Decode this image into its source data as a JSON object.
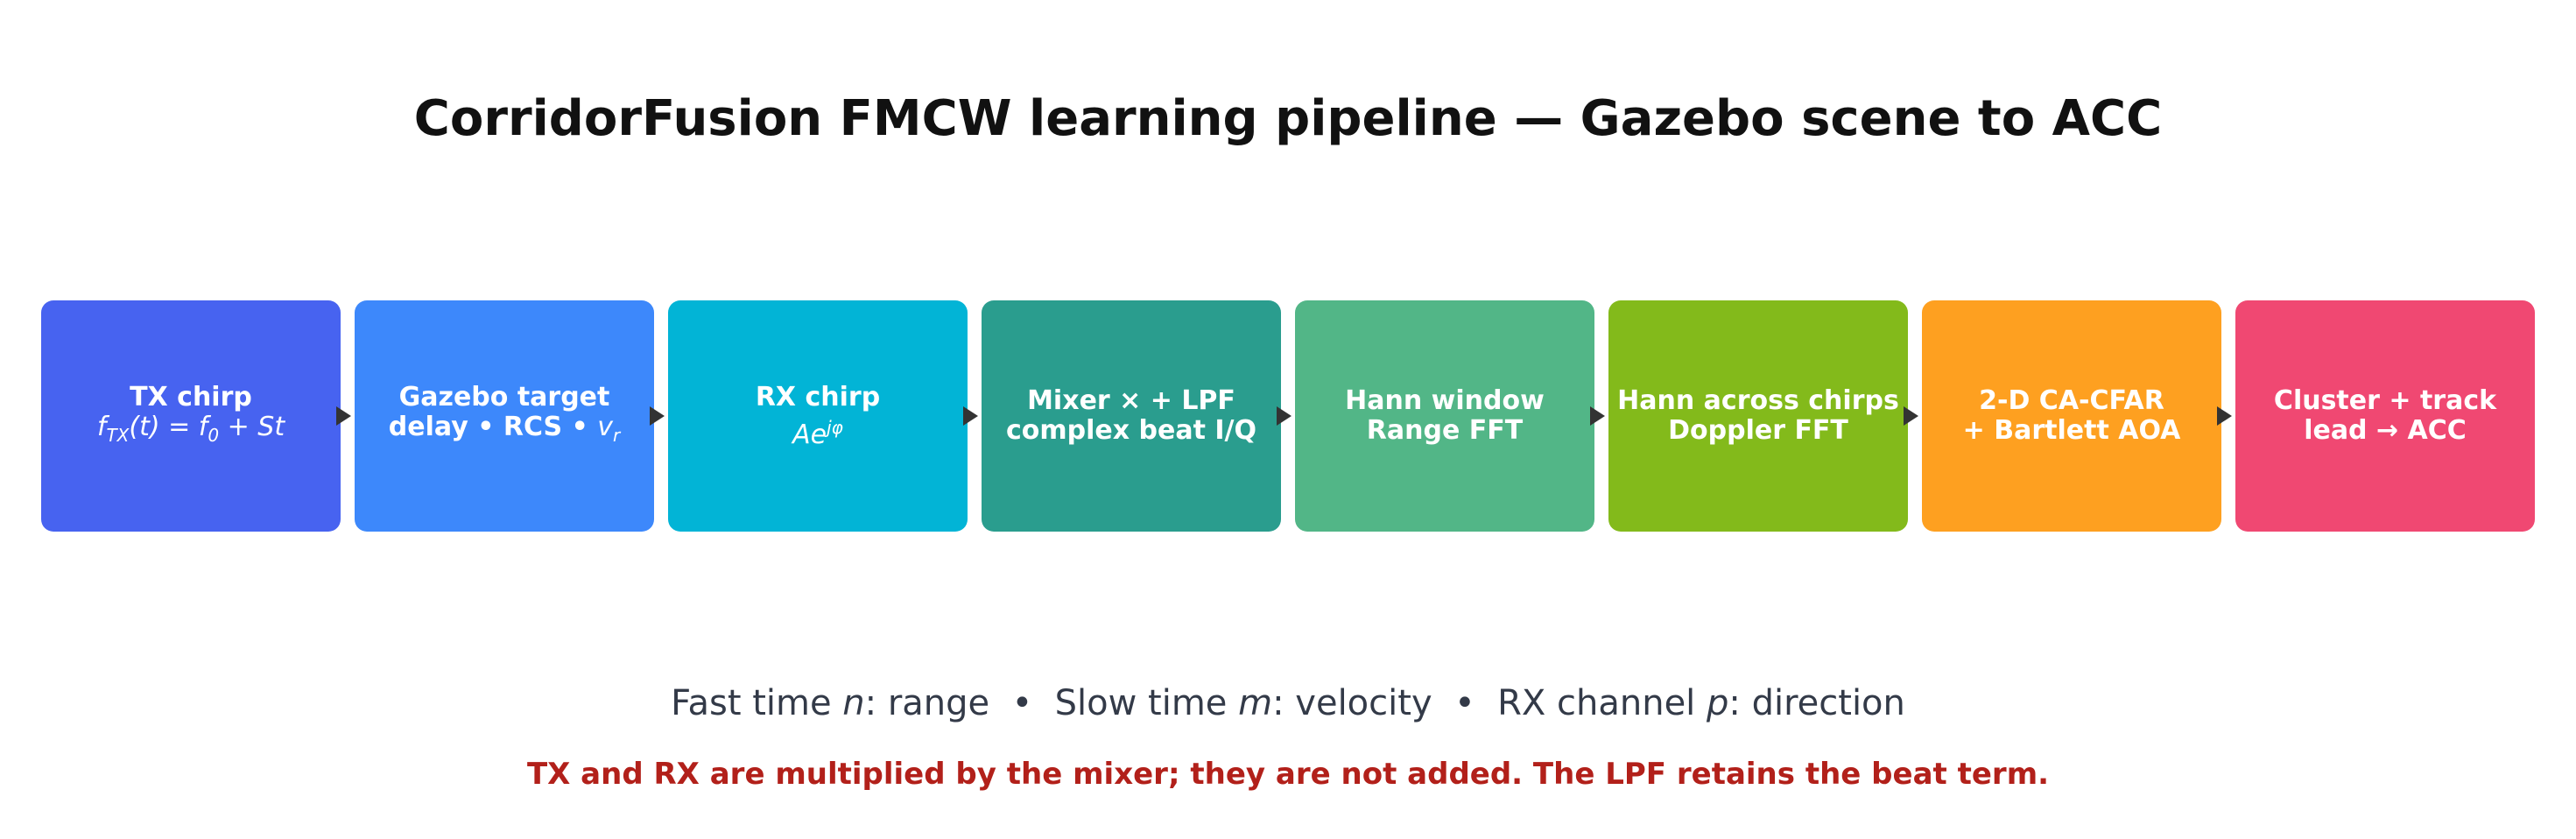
{
  "title": "CorridorFusion FMCW learning pipeline — Gazebo scene to ACC",
  "blocks": [
    {
      "line1": "TX chirp",
      "line2_math": "fTX(t) = f0 + St",
      "color": "#4763f0"
    },
    {
      "line1": "Gazebo target",
      "line2_prefix": "delay • RCS • ",
      "line2_math": "vr",
      "color": "#3d88fb"
    },
    {
      "line1": "RX chirp",
      "line2_math": "Ae^jφ",
      "color": "#02b4d6"
    },
    {
      "line1": "Mixer × + LPF",
      "line2": "complex beat I/Q",
      "color": "#2a9d8e"
    },
    {
      "line1": "Hann window",
      "line2": "Range FFT",
      "color": "#52b687"
    },
    {
      "line1": "Hann across chirps",
      "line2": "Doppler FFT",
      "color": "#83ba1b"
    },
    {
      "line1": "2-D CA-CFAR",
      "line2": "+ Bartlett AOA",
      "color": "#fea020"
    },
    {
      "line1": "Cluster + track",
      "line2": "lead → ACC",
      "color": "#f04872"
    }
  ],
  "caption": {
    "part1_label": "Fast time ",
    "part1_var": "n",
    "part1_rest": ": range",
    "sep": "•",
    "part2_label": "Slow time ",
    "part2_var": "m",
    "part2_rest": ": velocity",
    "part3_label": "RX channel ",
    "part3_var": "p",
    "part3_rest": ": direction"
  },
  "note": "TX and RX are multiplied by the mixer; they are not added. The LPF retains the beat term."
}
